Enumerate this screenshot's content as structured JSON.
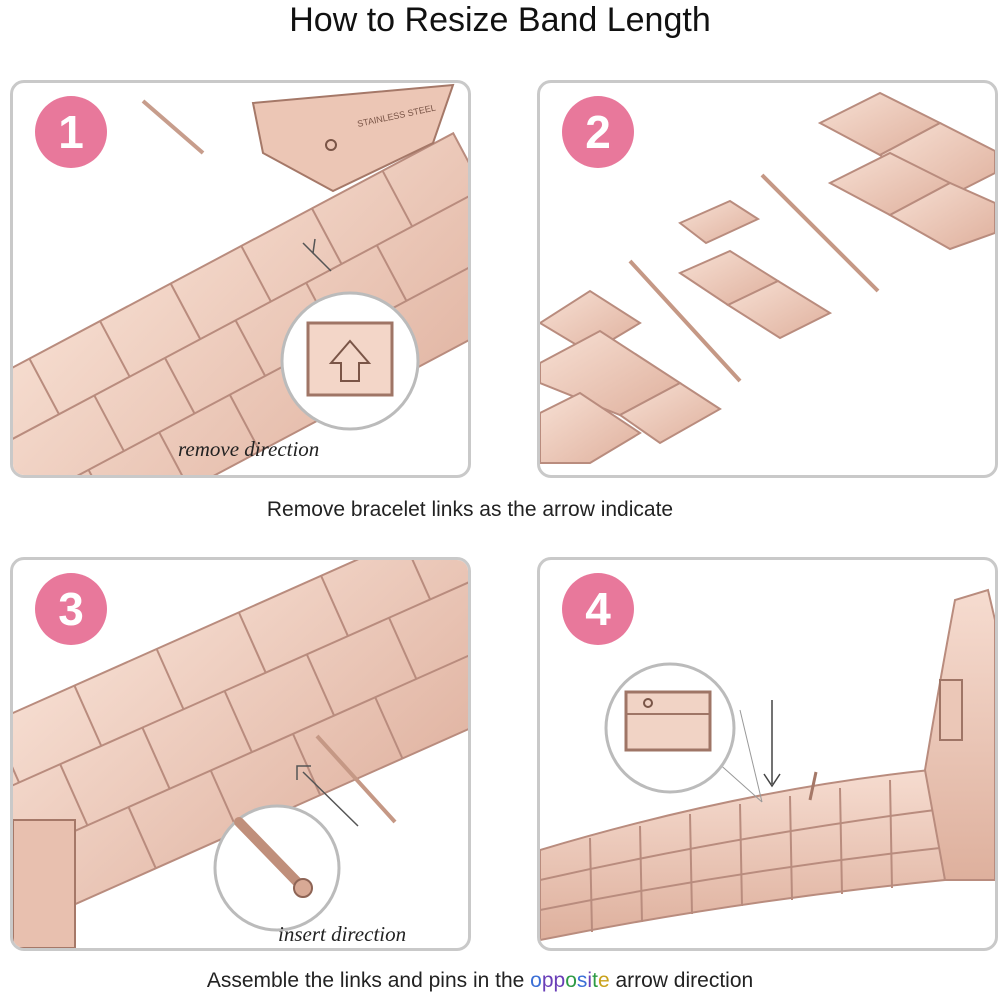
{
  "title": "How to Resize Band Length",
  "steps": [
    {
      "number": "1",
      "caption": "remove direction"
    },
    {
      "number": "2",
      "caption": ""
    },
    {
      "number": "3",
      "caption": "insert direction"
    },
    {
      "number": "4",
      "caption": ""
    }
  ],
  "instruction_top": "Remove bracelet links as the arrow indicate",
  "instruction_bottom": {
    "before": "Assemble the links and pins in the ",
    "highlight": "opposite",
    "after": " arrow direction"
  },
  "buckle_engraving": "STAINLESS STEEL",
  "colors": {
    "badge": "#e8789b",
    "metal": "#f0cfc0",
    "metal_dark": "#b98c7e",
    "frame": "#c9c9c9"
  }
}
